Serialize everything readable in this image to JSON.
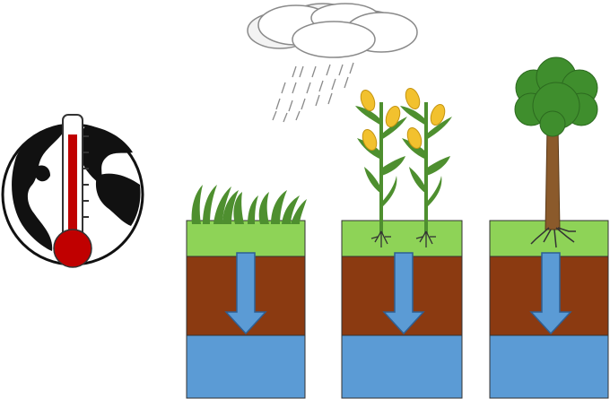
{
  "diagram": {
    "elements": [
      {
        "id": "globe",
        "icon": "globe-with-thermometer-icon"
      },
      {
        "id": "cloud",
        "icon": "rain-cloud-icon"
      },
      {
        "id": "column-grass",
        "icon": "grass-icon"
      },
      {
        "id": "column-corn",
        "icon": "corn-plant-icon"
      },
      {
        "id": "column-tree",
        "icon": "tree-icon"
      }
    ],
    "colors": {
      "grass_layer": "#8ed357",
      "soil_layer": "#8b3a11",
      "water_layer": "#5b9bd5",
      "arrow": "#5b9bd5",
      "thermometer": "#c00000",
      "plant_green": "#4e8f2f",
      "corn_yellow": "#f2c12e",
      "tree_trunk": "#8b5a2b",
      "tree_canopy": "#3f8e2d"
    }
  }
}
